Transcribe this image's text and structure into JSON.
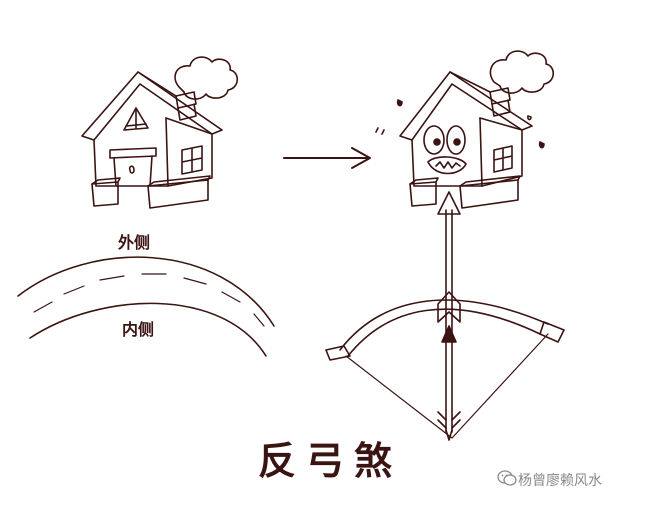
{
  "labels": {
    "outer": "外侧",
    "inner": "内侧",
    "title": "反弓煞"
  },
  "watermark": {
    "text": "杨曾廖赖风水",
    "icon": "wechat-icon"
  },
  "colors": {
    "ink": "#3a1412",
    "watermark": "#8a8a8a"
  }
}
